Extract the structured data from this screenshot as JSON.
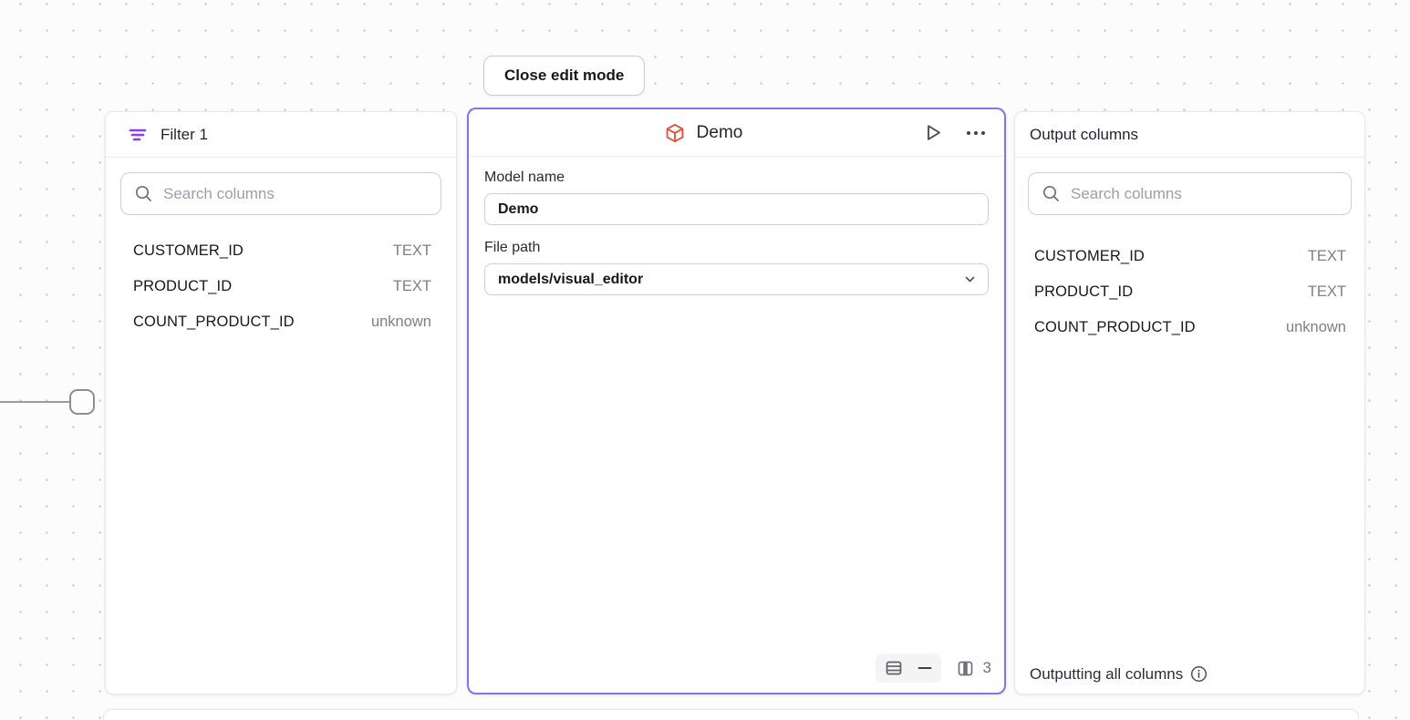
{
  "toolbar": {
    "close_button_label": "Close edit mode"
  },
  "filter_panel": {
    "title": "Filter 1",
    "search_placeholder": "Search columns",
    "columns": [
      {
        "name": "CUSTOMER_ID",
        "type": "TEXT"
      },
      {
        "name": "PRODUCT_ID",
        "type": "TEXT"
      },
      {
        "name": "COUNT_PRODUCT_ID",
        "type": "unknown"
      }
    ]
  },
  "model_panel": {
    "title": "Demo",
    "model_name_label": "Model name",
    "model_name_value": "Demo",
    "file_path_label": "File path",
    "file_path_value": "models/visual_editor",
    "footer": {
      "column_count": "3"
    }
  },
  "output_panel": {
    "title": "Output columns",
    "search_placeholder": "Search columns",
    "columns": [
      {
        "name": "CUSTOMER_ID",
        "type": "TEXT"
      },
      {
        "name": "PRODUCT_ID",
        "type": "TEXT"
      },
      {
        "name": "COUNT_PRODUCT_ID",
        "type": "unknown"
      }
    ],
    "footer_text": "Outputting all columns"
  },
  "colors": {
    "accent_purple": "#8374ee",
    "filter_icon_purple": "#8b3df0",
    "cube_icon_orange": "#e0543c",
    "icon_gray": "#6d727b"
  }
}
